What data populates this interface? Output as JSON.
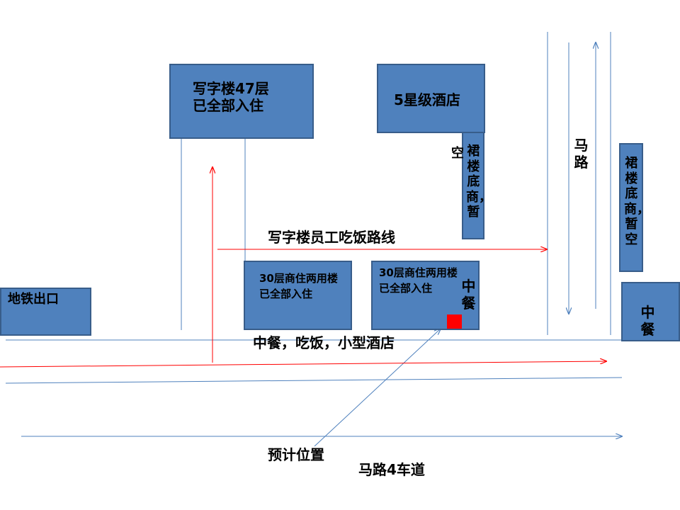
{
  "buildings": {
    "office_tower": "写字楼47层已全部入住",
    "hotel": "5星级酒店",
    "hotel_podium": "裙楼底商，暂",
    "hotel_podium_tail": "空",
    "east_podium": "裙楼底商，暂空",
    "residential_a": "30层商住两用楼已全部入住",
    "residential_b": "30层商住两用楼已全部入住",
    "residential_b_lunch": "中餐",
    "east_lunch": "中餐",
    "subway_exit": "地铁出口"
  },
  "labels": {
    "staff_route": "写字楼员工吃饭路线",
    "road_vertical": "马路",
    "street_shops": "中餐，吃饭，小型酒店",
    "planned_location": "预计位置",
    "road_four_lanes": "马路4车道"
  },
  "colors": {
    "building_fill": "#4f81bd",
    "building_border": "#385d8a",
    "road_line": "#4f81bd",
    "route_arrow": "#ff0000",
    "marker": "#ff0000"
  }
}
